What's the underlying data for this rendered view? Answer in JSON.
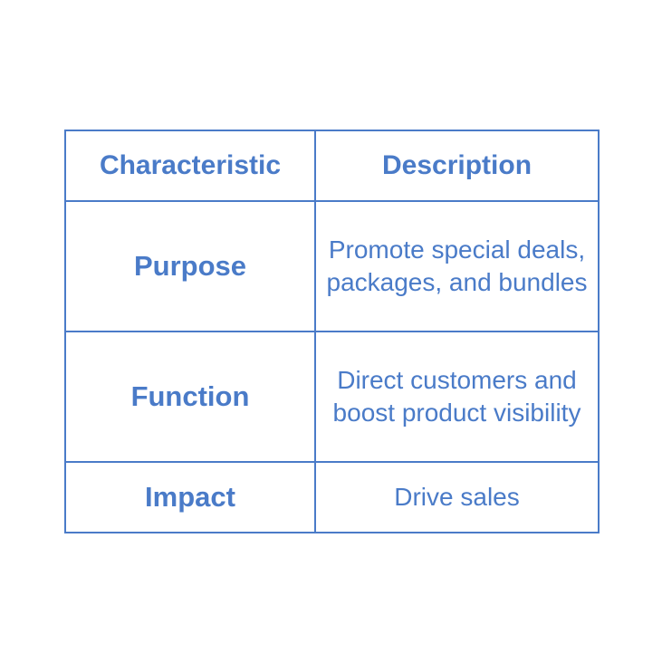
{
  "table": {
    "headers": [
      "Characteristic",
      "Description"
    ],
    "rows": [
      {
        "characteristic": "Purpose",
        "description": "Promote special deals, packages, and bundles"
      },
      {
        "characteristic": "Function",
        "description": "Direct customers and boost product visibility"
      },
      {
        "characteristic": "Impact",
        "description": "Drive sales"
      }
    ]
  },
  "colors": {
    "accent": "#4a7bc8",
    "background": "#ffffff"
  }
}
